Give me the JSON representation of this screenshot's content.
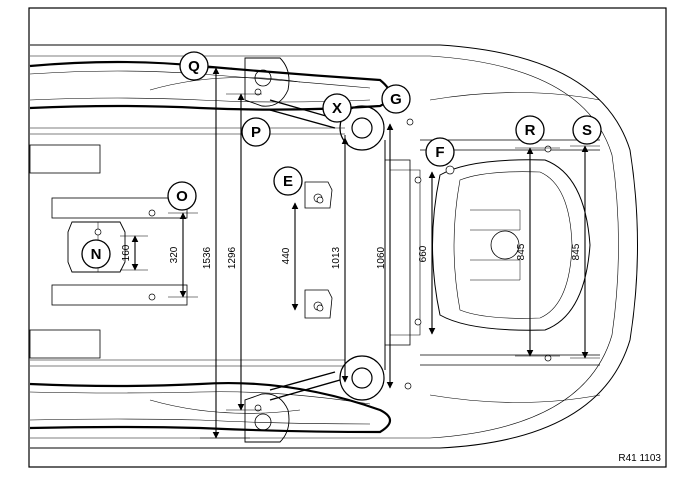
{
  "diagram": {
    "reference": "R41 1103",
    "points": [
      "Q",
      "P",
      "X",
      "G",
      "F",
      "R",
      "S",
      "E",
      "O",
      "N"
    ],
    "dimensions": [
      "1536",
      "1296",
      "160",
      "320",
      "440",
      "1013",
      "1060",
      "660",
      "845",
      "845"
    ]
  }
}
